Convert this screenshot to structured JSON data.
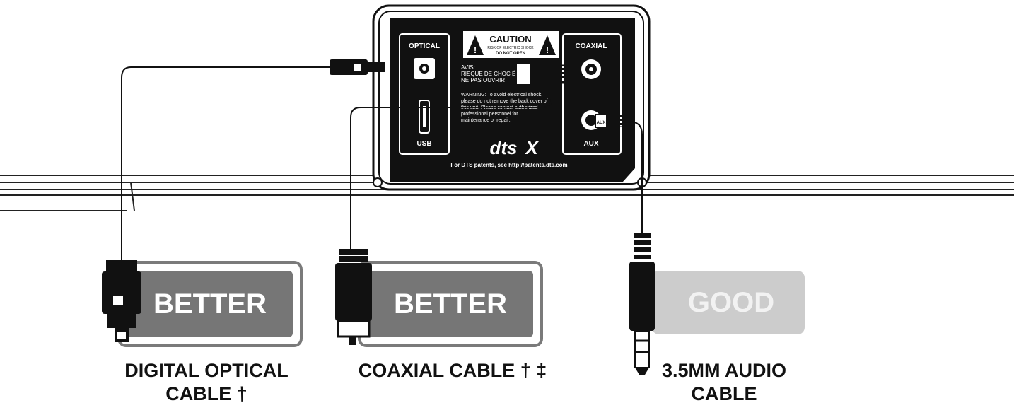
{
  "panel": {
    "optical_label": "OPTICAL",
    "usb_label": "USB",
    "coaxial_label": "COAXIAL",
    "aux_label": "AUX",
    "caution": {
      "title": "CAUTION",
      "line1": "RISK OF ELECTRIC SHOCK",
      "line2": "DO NOT OPEN"
    },
    "avis": {
      "line1": "AVIS:",
      "line2": "RISQUE DE CHOC É...",
      "line3": "NE PAS OUVRIR"
    },
    "warning": [
      "WARNING: To avoid electrical shock,",
      "please do not remove the back cover of",
      "this unit. Please contact authorized",
      "professional personnel for",
      "maintenance or repair."
    ],
    "brand": "dts",
    "brand_suffix": "X",
    "patents": "For DTS patents, see http://patents.dts.com",
    "aux_plug_text": "AUX"
  },
  "badges": [
    {
      "text": "BETTER",
      "fill": "#767676",
      "border": "#7a7a7a"
    },
    {
      "text": "BETTER",
      "fill": "#767676",
      "border": "#7a7a7a"
    },
    {
      "text": "GOOD",
      "fill": "#cccccc",
      "border": "#cccccc"
    }
  ],
  "captions": {
    "optical_line1": "DIGITAL OPTICAL",
    "optical_line2": "CABLE †",
    "coaxial": "COAXIAL CABLE † ‡",
    "aux_line1": "3.5MM AUDIO",
    "aux_line2": "CABLE"
  },
  "colors": {
    "ink": "#111111",
    "badge_text": "#ffffff",
    "good_text": "#f2f2f2"
  }
}
